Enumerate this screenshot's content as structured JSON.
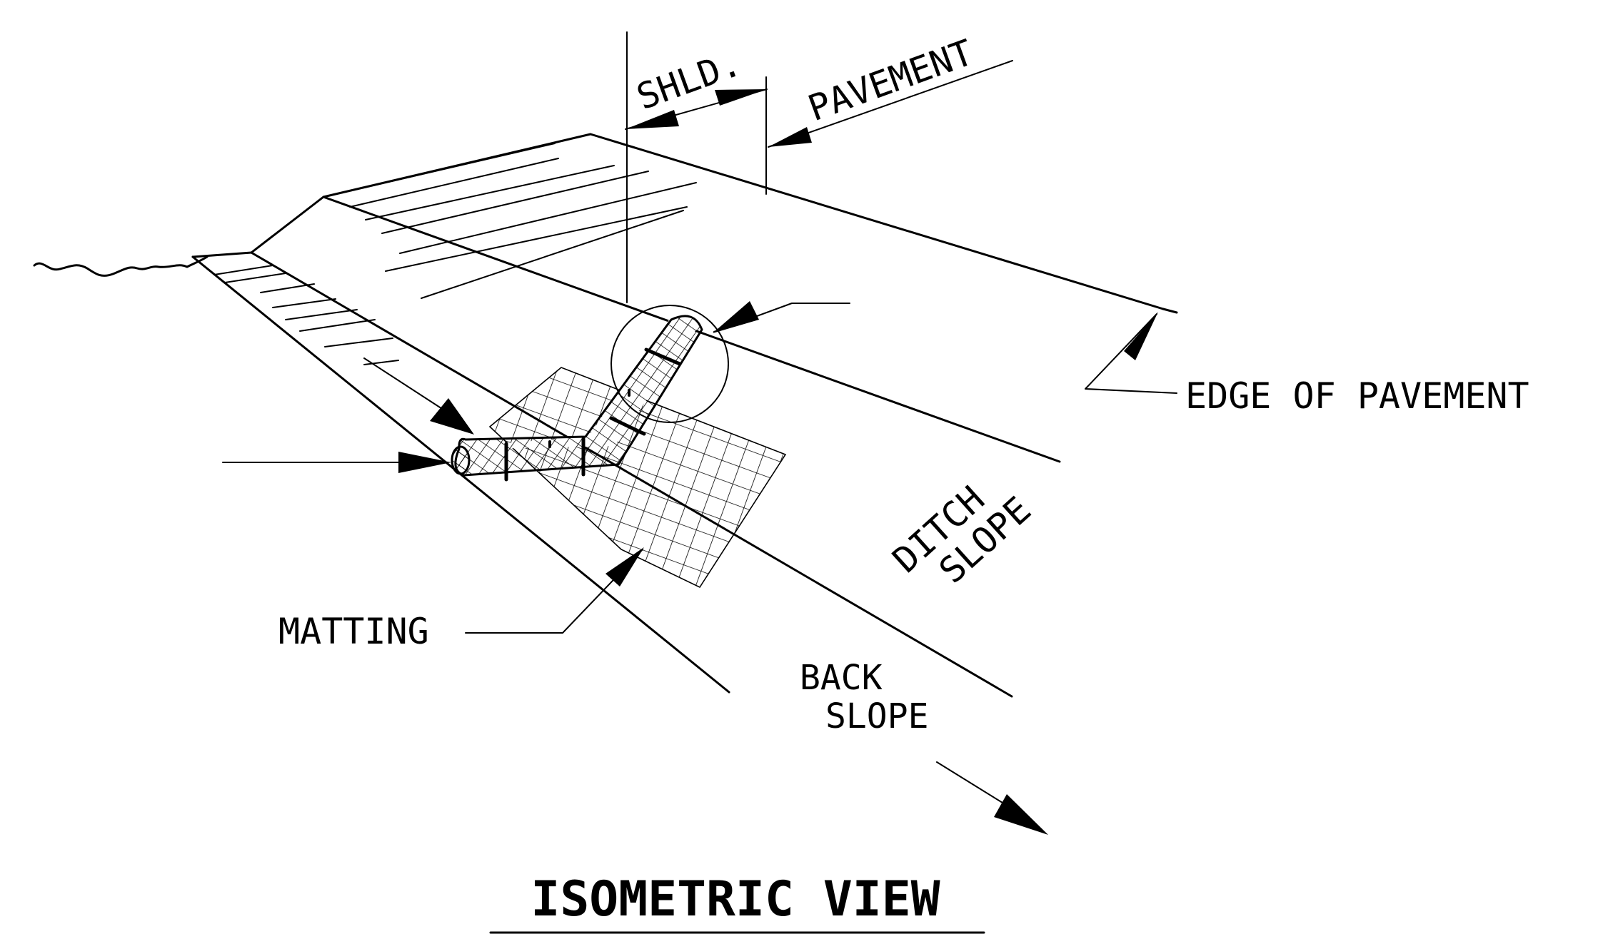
{
  "drawing": {
    "title": "ISOMETRIC VIEW",
    "labels": {
      "shoulder": "SHLD.",
      "pavement": "PAVEMENT",
      "edge_of_pavement": "EDGE OF PAVEMENT",
      "ditch_slope_line1": "DITCH",
      "ditch_slope_line2": "SLOPE",
      "back_slope_line1": "BACK",
      "back_slope_line2": "SLOPE",
      "matting": "MATTING"
    },
    "colors": {
      "ink": "#000000",
      "background": "#ffffff"
    }
  }
}
